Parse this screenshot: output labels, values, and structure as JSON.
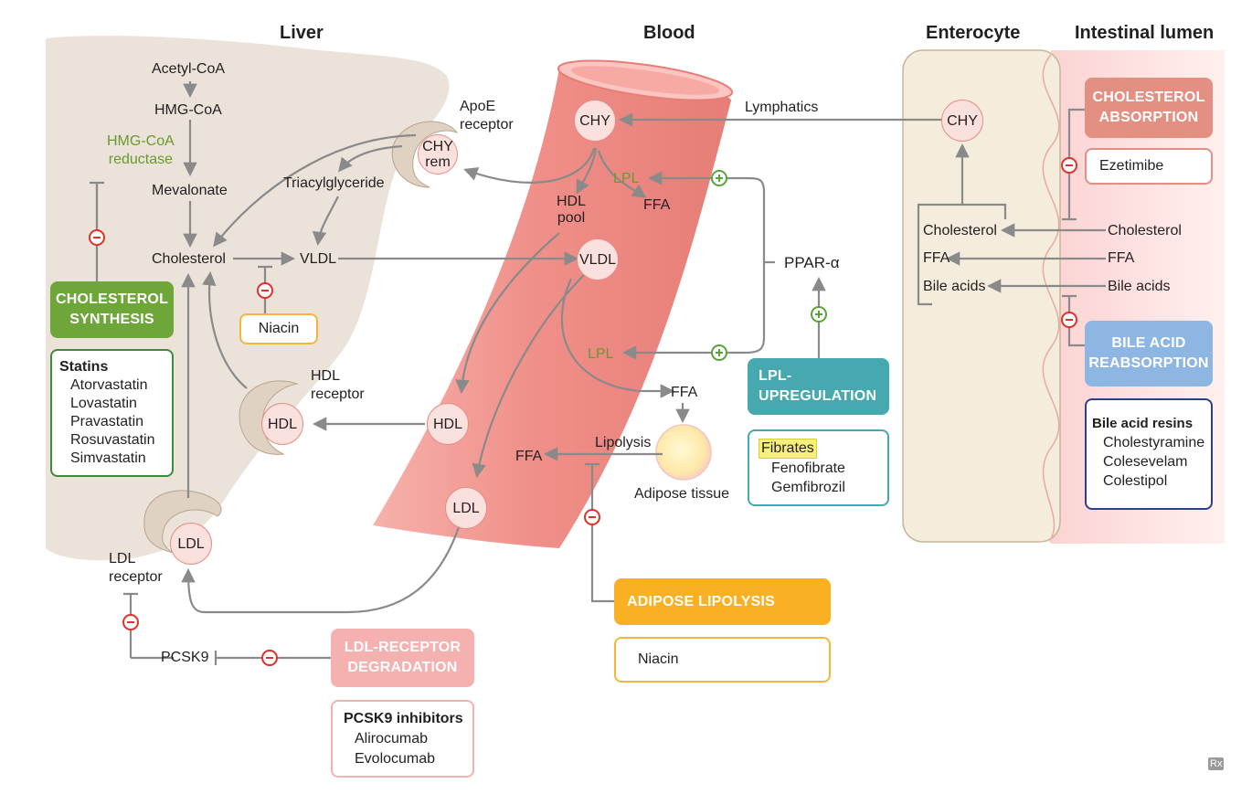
{
  "headers": {
    "liver": "Liver",
    "blood": "Blood",
    "enterocyte": "Enterocyte",
    "lumen": "Intestinal lumen"
  },
  "liver": {
    "acetyl_coa": "Acetyl-CoA",
    "hmg_coa": "HMG-CoA",
    "hmg_coa_reductase": "HMG-CoA\nreductase",
    "mevalonate": "Mevalonate",
    "cholesterol": "Cholesterol",
    "vldl": "VLDL",
    "triacylglyceride": "Triacylglyceride",
    "apoe_receptor": "ApoE\nreceptor",
    "chy_rem": "CHY\nrem",
    "hdl_receptor": "HDL\nreceptor",
    "hdl": "HDL",
    "ldl": "LDL",
    "ldl_receptor": "LDL\nreceptor",
    "pcsk9": "PCSK9"
  },
  "blood": {
    "chy": "CHY",
    "lpl_top": "LPL",
    "ffa_top": "FFA",
    "hdl_pool": "HDL\npool",
    "vldl": "VLDL",
    "lpl_bottom": "LPL",
    "ffa_mid": "FFA",
    "hdl": "HDL",
    "ldl": "LDL",
    "ffa_left": "FFA",
    "lipolysis": "Lipolysis",
    "adipose_tissue": "Adipose tissue",
    "lymphatics": "Lymphatics",
    "ppar": "PPAR-α"
  },
  "enterocyte": {
    "chy": "CHY",
    "cholesterol": "Cholesterol",
    "ffa": "FFA",
    "bile_acids": "Bile acids"
  },
  "lumen": {
    "cholesterol": "Cholesterol",
    "ffa": "FFA",
    "bile_acids": "Bile acids"
  },
  "mechanisms": {
    "cholesterol_synthesis": "CHOLESTEROL\nSYNTHESIS",
    "ldl_receptor_degradation": "LDL-RECEPTOR\nDEGRADATION",
    "adipose_lipolysis": "ADIPOSE LIPOLYSIS",
    "lpl_upregulation": "LPL-\nUPREGULATION",
    "cholesterol_absorption": "CHOLESTEROL\nABSORPTION",
    "bile_acid_reabsorption": "BILE ACID\nREABSORPTION"
  },
  "drugs": {
    "statins_title": "Statins",
    "statins": [
      "Atorvastatin",
      "Lovastatin",
      "Pravastatin",
      "Rosuvastatin",
      "Simvastatin"
    ],
    "niacin_liver": "Niacin",
    "pcsk9_title": "PCSK9 inhibitors",
    "pcsk9_inhibitors": [
      "Alirocumab",
      "Evolocumab"
    ],
    "niacin_adipose": "Niacin",
    "fibrates_title": "Fibrates",
    "fibrates": [
      "Fenofibrate",
      "Gemfibrozil"
    ],
    "ezetimibe": "Ezetimibe",
    "resins_title": "Bile acid resins",
    "resins": [
      "Cholestyramine",
      "Colesevelam",
      "Colestipol"
    ]
  },
  "footer_mark": "Rx",
  "colors": {
    "liver_fill": "#ebe2d9",
    "vessel": "#f08f89",
    "green_box": "#6ea63a",
    "pink_box": "#f4b1b0",
    "orange_box": "#f9b022",
    "teal_box": "#46a9b0",
    "salmon_box": "#e38f82",
    "blue_box": "#8eb6e2",
    "inhibit": "#e0312a",
    "activate": "#5aa33b"
  }
}
